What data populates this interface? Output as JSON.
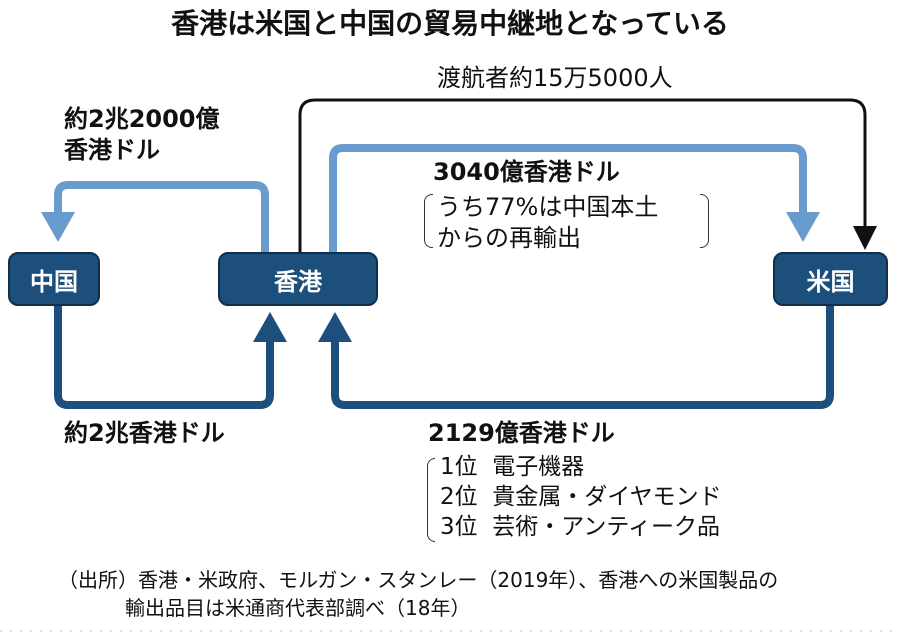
{
  "title": "香港は米国と中国の貿易中継地となっている",
  "nodes": {
    "china": "中国",
    "hongkong": "香港",
    "usa": "米国"
  },
  "flows": {
    "travelers": "渡航者約15万5000人",
    "hk_to_china_line1": "約2兆2000億",
    "hk_to_china_line2": "香港ドル",
    "hk_to_us_amount": "3040億香港ドル",
    "hk_to_us_note_line1": "うち77%は中国本土",
    "hk_to_us_note_line2": "からの再輸出",
    "china_to_hk": "約2兆香港ドル",
    "us_to_hk_amount": "2129億香港ドル",
    "us_to_hk_items": [
      "1位  電子機器",
      "2位  貴金属・ダイヤモンド",
      "3位  芸術・アンティーク品"
    ]
  },
  "source": {
    "line1": "（出所）香港・米政府、モルガン・スタンレー（2019年）、香港への米国製品の",
    "line2": "輸出品目は米通商代表部調べ（18年）"
  },
  "colors": {
    "light_arrow": "#6a9bcf",
    "dark_arrow": "#1d4f7d",
    "box": "#1d4f7d",
    "travel_arrow": "#111111"
  }
}
